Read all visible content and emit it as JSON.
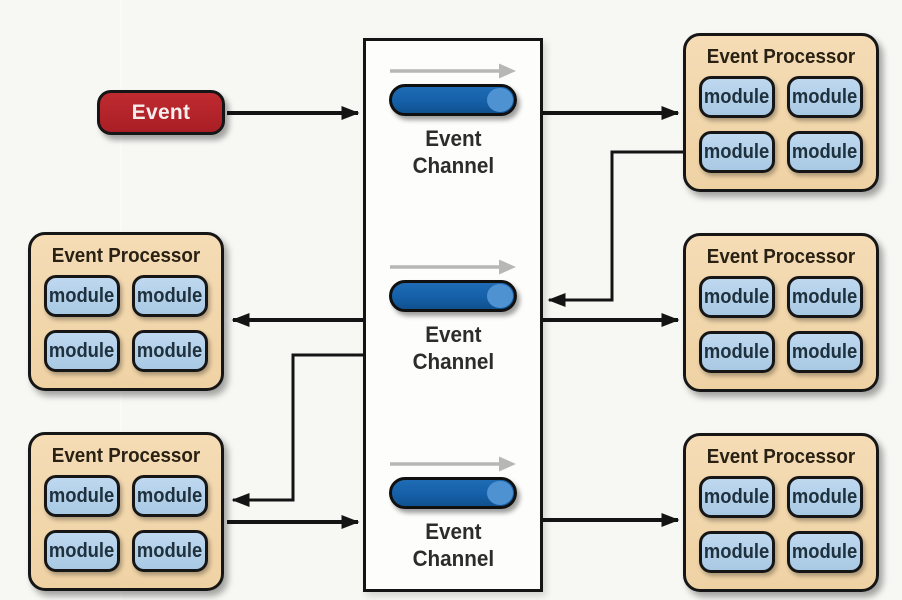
{
  "colors": {
    "background": "#f7f7f4",
    "connector_line": "#141414",
    "event_fill": "#b2232a",
    "event_text": "#f5eeed",
    "processor_fill": "#f2d7ae",
    "processor_border": "#161616",
    "module_fill": "#b2cfe9",
    "module_text": "#20313e",
    "channel_box_fill": "#fdfdfc",
    "pill_fill": "#1560a8",
    "pill_cap": "#4f92d2",
    "flow_arrow": "#b7b7b5",
    "label_text": "#2c2c2a"
  },
  "event": {
    "label": "Event"
  },
  "channel_box": {
    "channels": [
      {
        "label_line1": "Event",
        "label_line2": "Channel"
      },
      {
        "label_line1": "Event",
        "label_line2": "Channel"
      },
      {
        "label_line1": "Event",
        "label_line2": "Channel"
      }
    ]
  },
  "processors": [
    {
      "position": "top-right",
      "title": "Event Processor",
      "modules": [
        "module",
        "module",
        "module",
        "module"
      ]
    },
    {
      "position": "mid-right",
      "title": "Event Processor",
      "modules": [
        "module",
        "module",
        "module",
        "module"
      ]
    },
    {
      "position": "bottom-right",
      "title": "Event Processor",
      "modules": [
        "module",
        "module",
        "module",
        "module"
      ]
    },
    {
      "position": "mid-left",
      "title": "Event Processor",
      "modules": [
        "module",
        "module",
        "module",
        "module"
      ]
    },
    {
      "position": "bottom-left",
      "title": "Event Processor",
      "modules": [
        "module",
        "module",
        "module",
        "module"
      ]
    }
  ]
}
